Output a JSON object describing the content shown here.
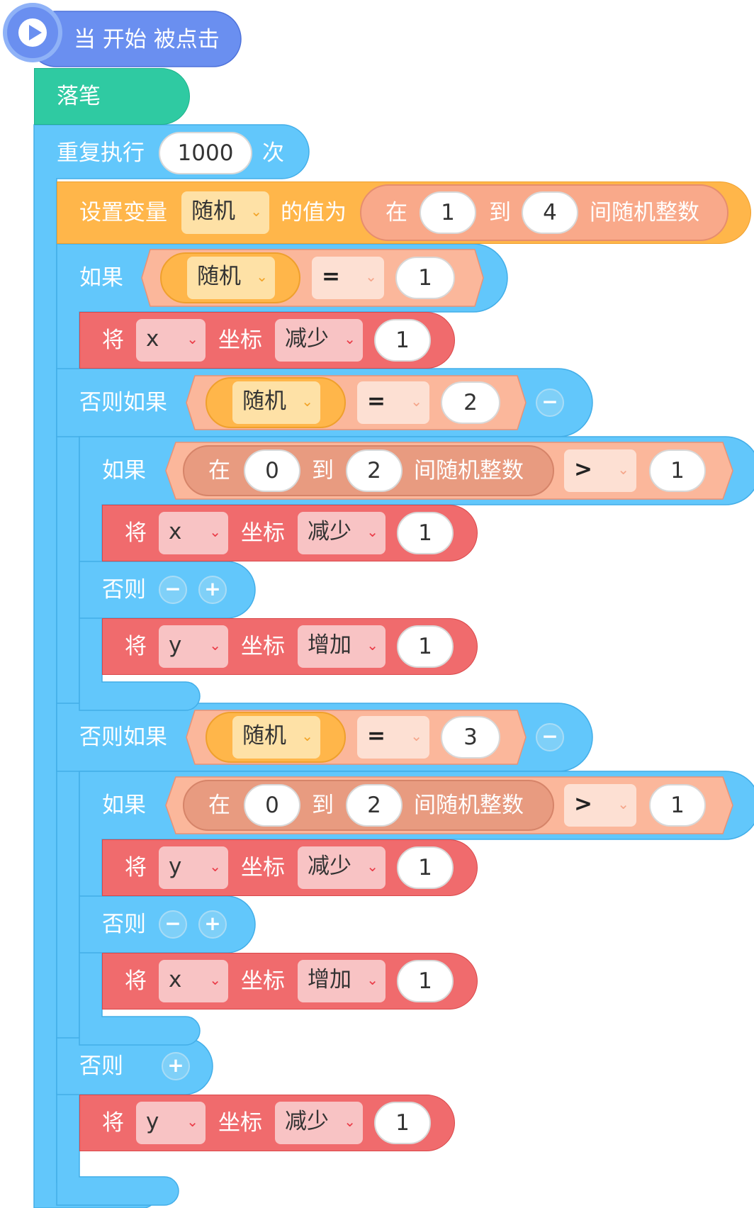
{
  "start": {
    "label": "当 开始 被点击"
  },
  "pen_down": {
    "label": "落笔"
  },
  "repeat": {
    "prefix": "重复执行",
    "count": "1000",
    "suffix": "次"
  },
  "set_var": {
    "prefix": "设置变量",
    "var": "随机",
    "mid": "的值为",
    "rand_in": "在",
    "from": "1",
    "to_word": "到",
    "to": "4",
    "rand_suffix": "间随机整数"
  },
  "words": {
    "if": "如果",
    "elif": "否则如果",
    "else": "否则",
    "move": "将",
    "coord": "坐标",
    "in": "在",
    "to": "到",
    "rand": "间随机整数"
  },
  "if1": {
    "var": "随机",
    "op": "=",
    "val": "1"
  },
  "move1": {
    "axis": "x",
    "dir": "减少",
    "val": "1"
  },
  "elif2": {
    "var": "随机",
    "op": "=",
    "val": "2"
  },
  "inner_if2": {
    "from": "0",
    "to": "2",
    "op": ">",
    "val": "1"
  },
  "move2a": {
    "axis": "x",
    "dir": "减少",
    "val": "1"
  },
  "move2b": {
    "axis": "y",
    "dir": "增加",
    "val": "1"
  },
  "elif3": {
    "var": "随机",
    "op": "=",
    "val": "3"
  },
  "inner_if3": {
    "from": "0",
    "to": "2",
    "op": ">",
    "val": "1"
  },
  "move3a": {
    "axis": "y",
    "dir": "减少",
    "val": "1"
  },
  "move3b": {
    "axis": "x",
    "dir": "增加",
    "val": "1"
  },
  "move4": {
    "axis": "y",
    "dir": "减少",
    "val": "1"
  },
  "icons": {
    "play": "play-icon",
    "minus": "minus-icon",
    "plus": "plus-icon",
    "chevron": "chevron-down-icon"
  }
}
